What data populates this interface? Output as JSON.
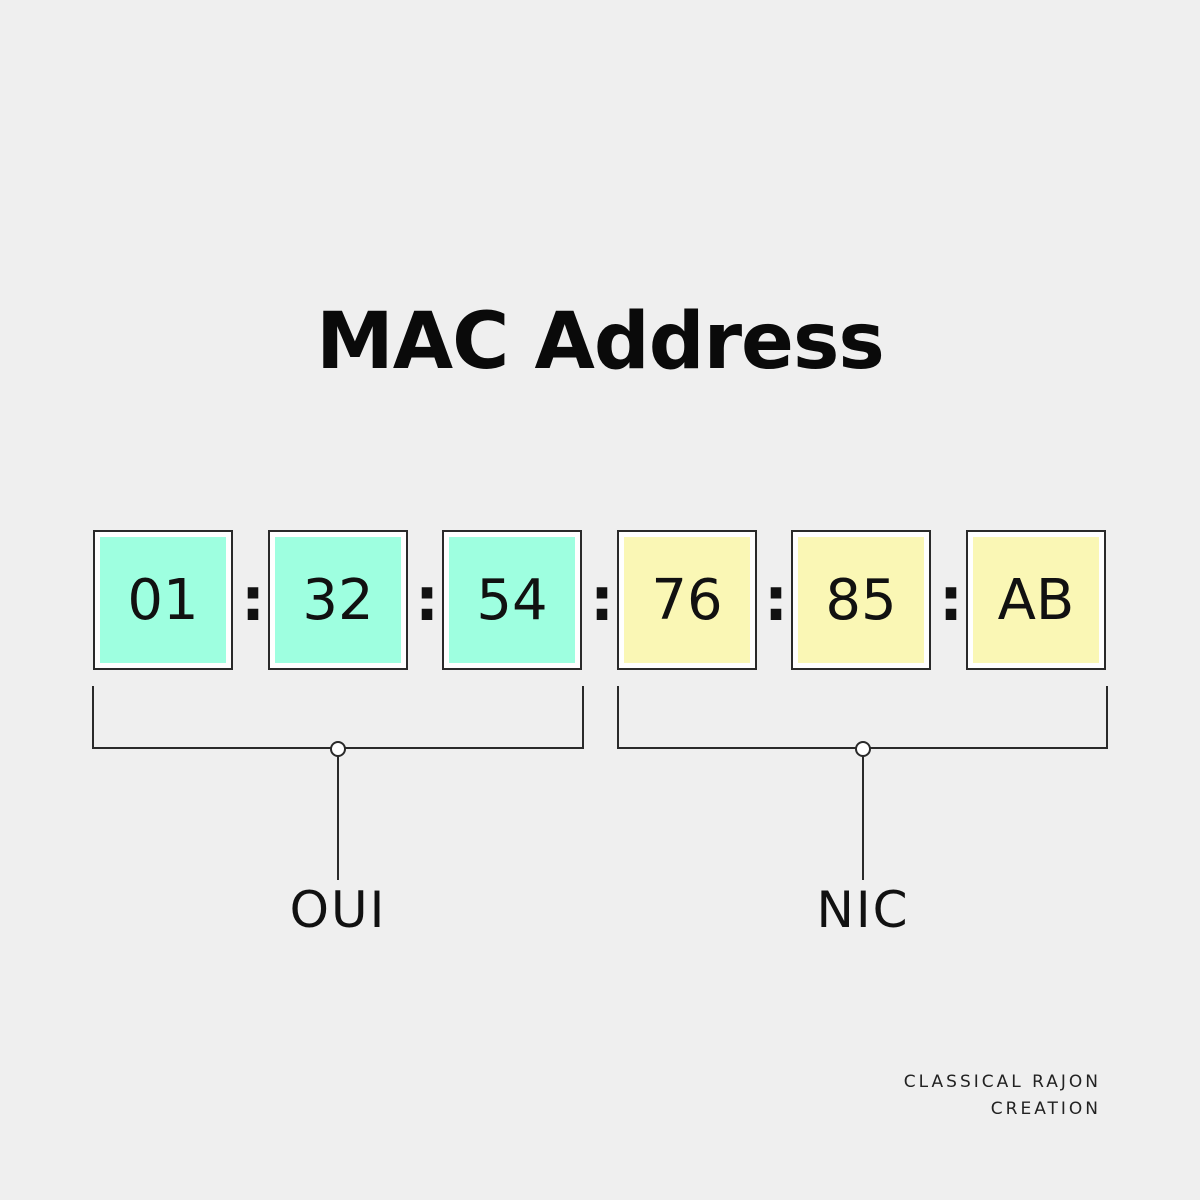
{
  "title": "MAC Address",
  "octets": [
    "01",
    "32",
    "54",
    "76",
    "85",
    "AB"
  ],
  "separator": ":",
  "groups": {
    "oui": {
      "label": "OUI",
      "color": "#9effe0"
    },
    "nic": {
      "label": "NIC",
      "color": "#faf7b5"
    }
  },
  "credit": {
    "line1": "CLASSICAL RAJON",
    "line2": "CREATION"
  }
}
